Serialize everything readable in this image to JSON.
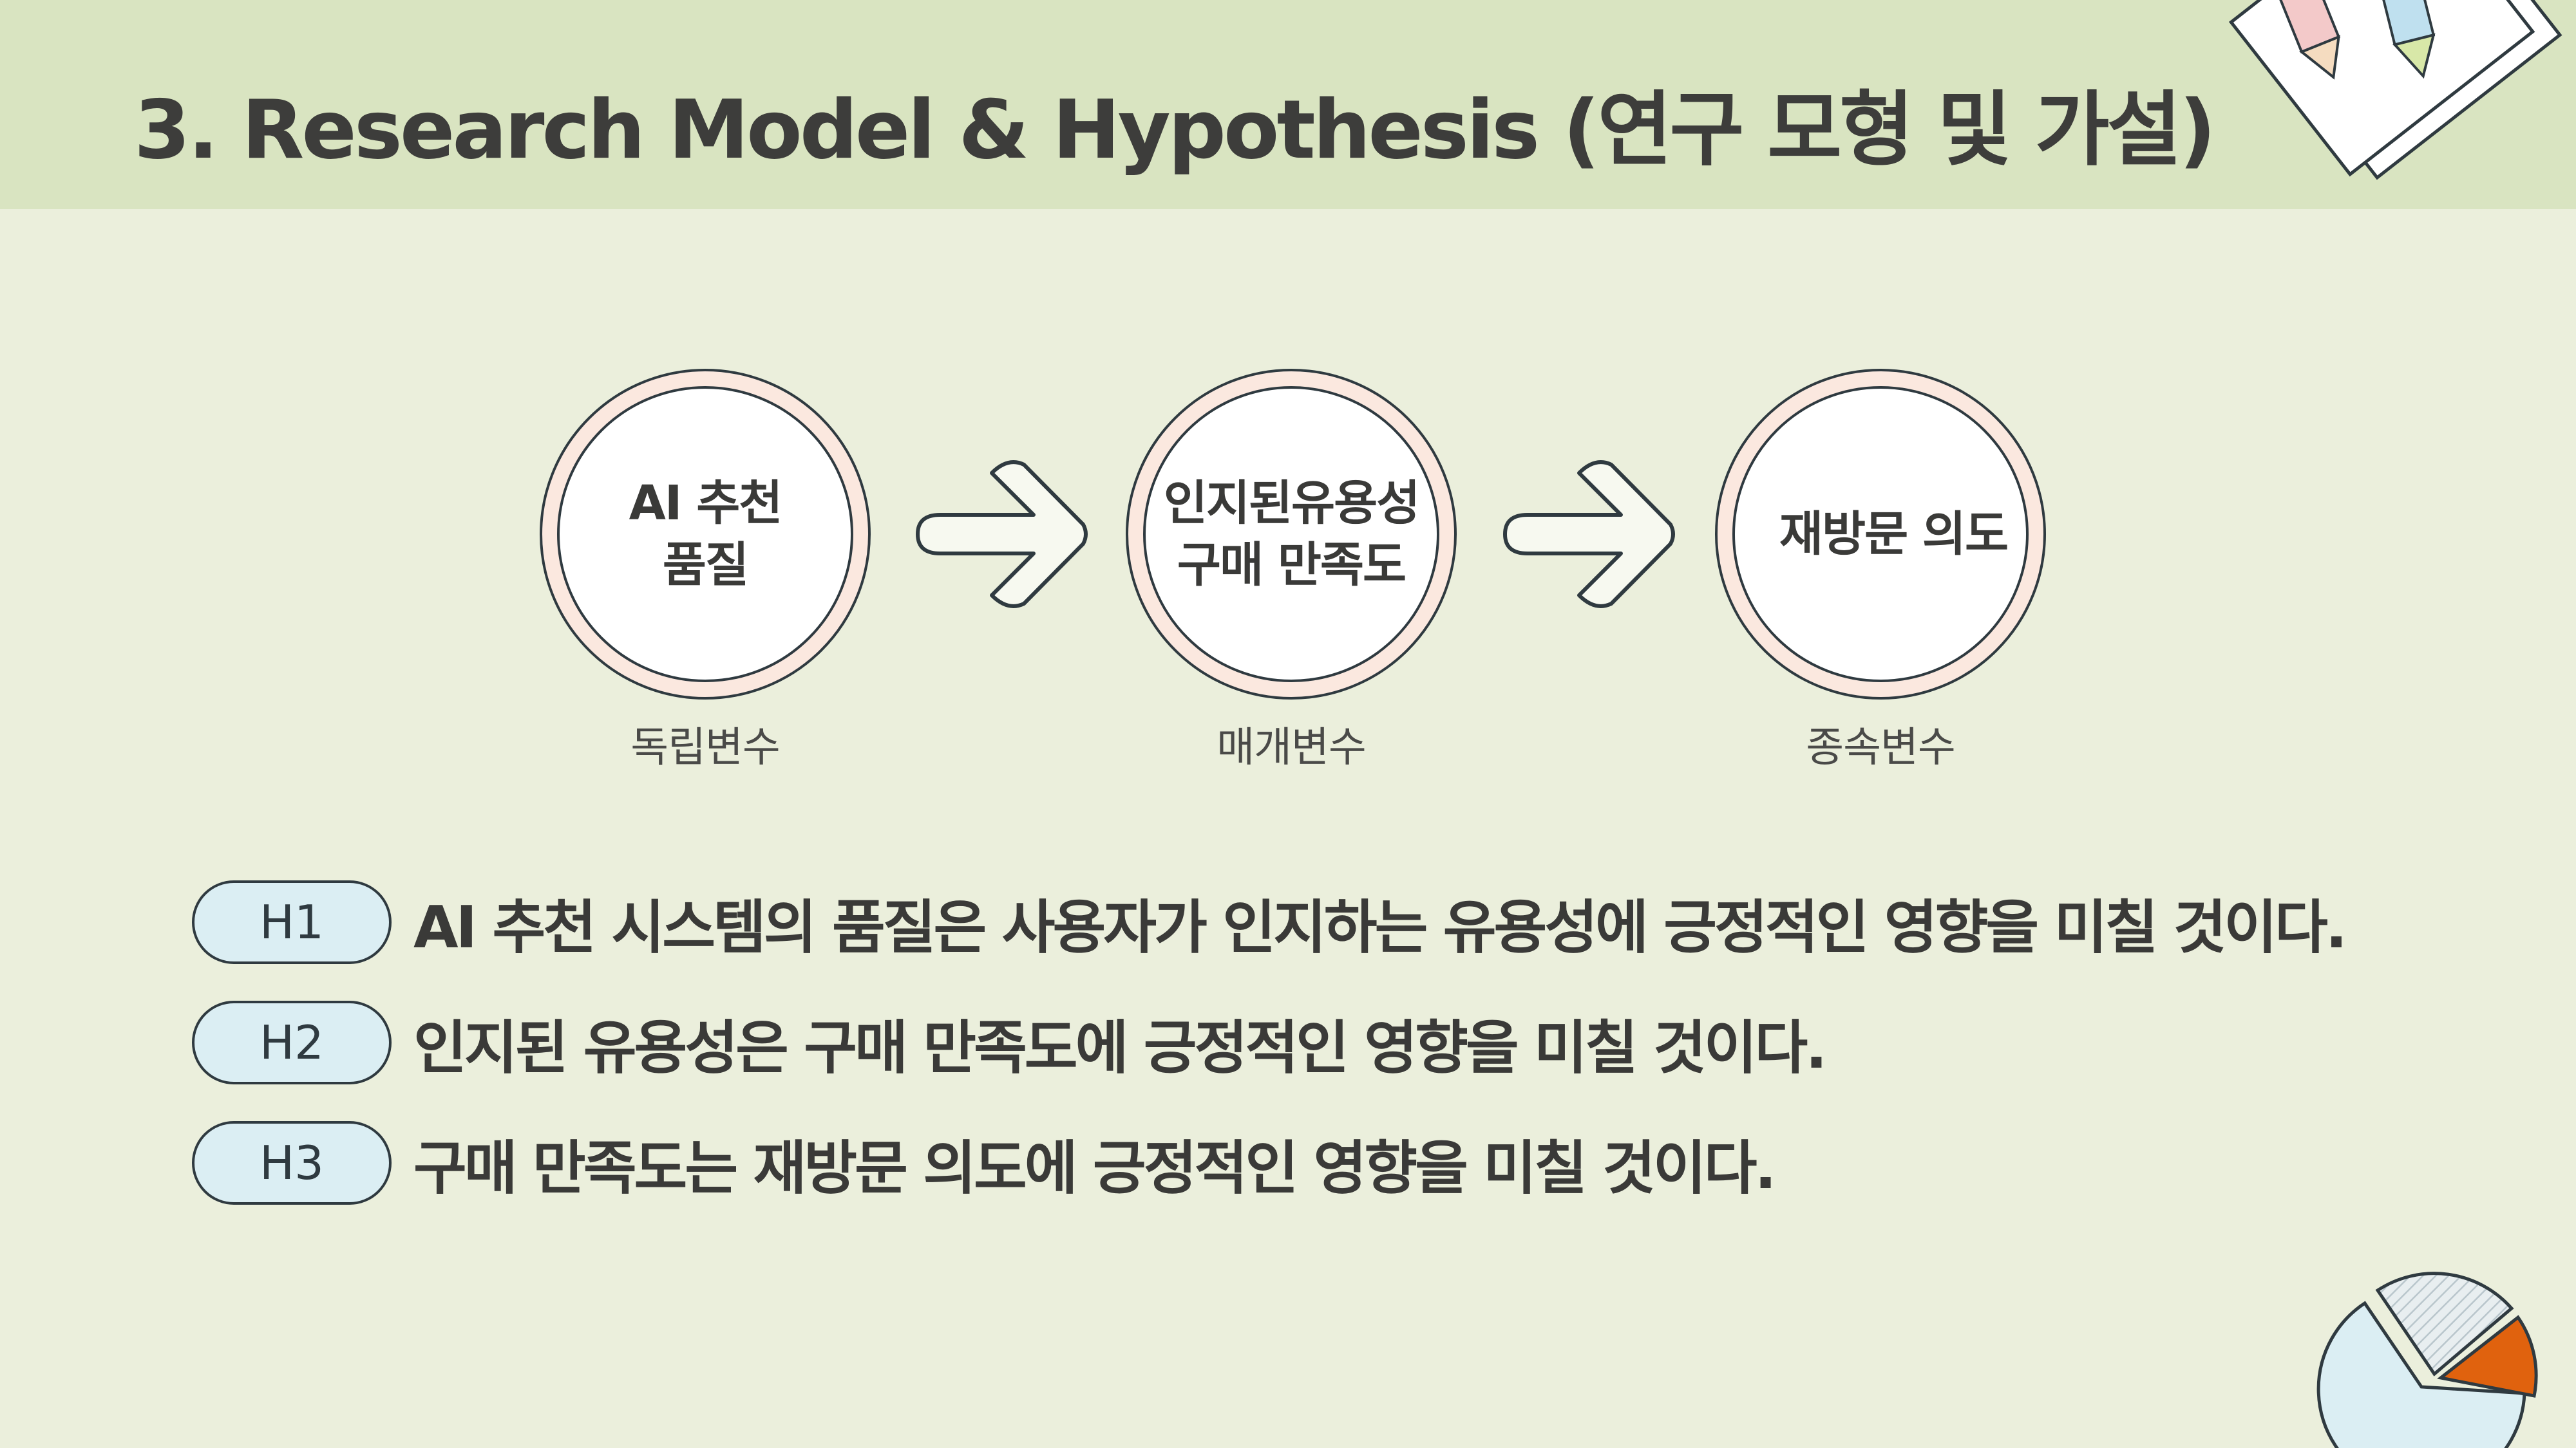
{
  "slide": {
    "title": "3. Research Model & Hypothesis (연구 모형 및 가설)"
  },
  "model": {
    "nodes": [
      {
        "lines": [
          "AI 추천",
          "품질"
        ],
        "caption": "독립변수"
      },
      {
        "lines": [
          "인지된유용성",
          "구매 만족도"
        ],
        "caption": "매개변수"
      },
      {
        "lines": [
          "재방문 의도"
        ],
        "caption": "종속변수"
      }
    ]
  },
  "hypotheses": [
    {
      "badge": "H1",
      "text": "AI 추천 시스템의 품질은 사용자가 인지하는 유용성에 긍정적인 영향을 미칠 것이다."
    },
    {
      "badge": "H2",
      "text": "인지된 유용성은 구매 만족도에 긍정적인 영향을 미칠 것이다."
    },
    {
      "badge": "H3",
      "text": "구매 만족도는 재방문 의도에 긍정적인 영향을 미칠 것이다."
    }
  ],
  "colors": {
    "background": "#ebefdc",
    "header_band": "#d9e4c1",
    "circle_ring": "#fbe8df",
    "badge_fill": "#dbeef3",
    "pie_orange": "#e0620e"
  },
  "decorations": {
    "top_right": "paper-and-pencils-icon",
    "bottom_right": "pie-chart-icon"
  }
}
